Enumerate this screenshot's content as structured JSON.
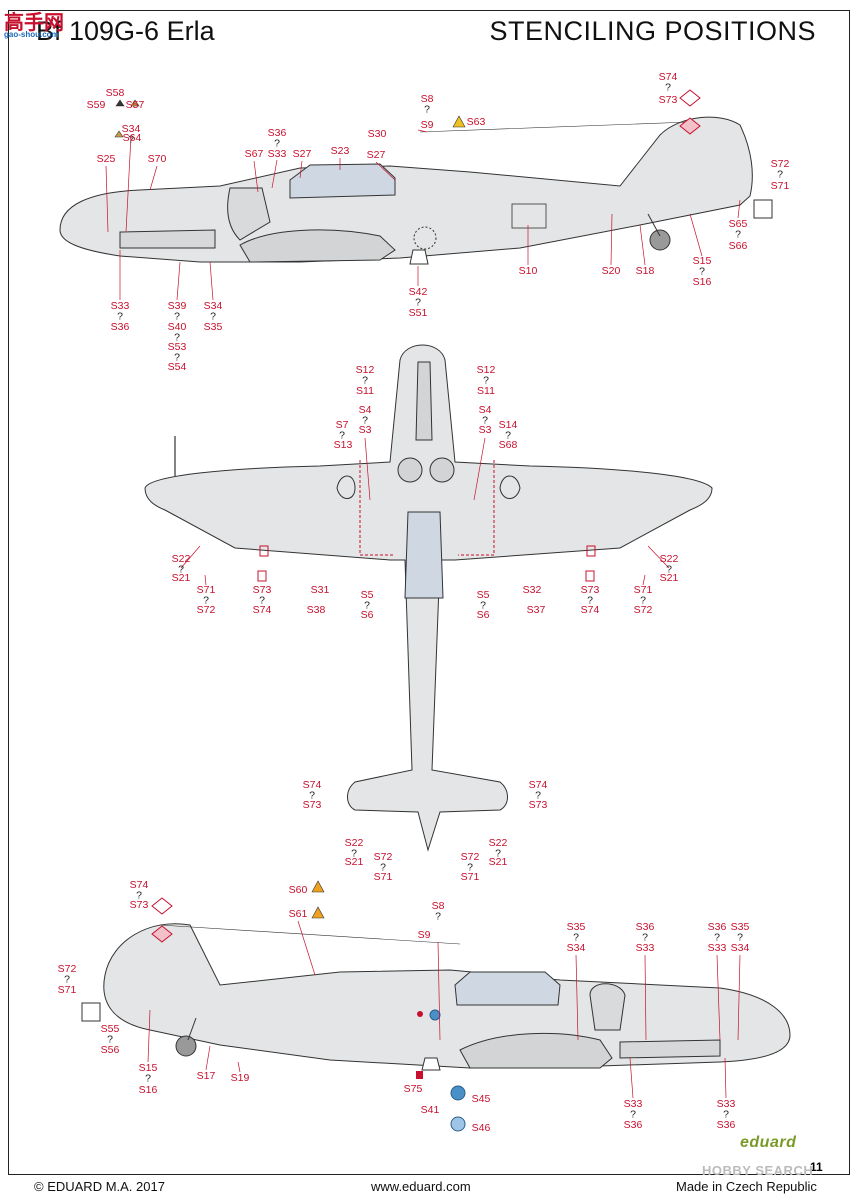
{
  "header": {
    "title_left": "Bf 109G-6 Erla",
    "title_right": "STENCILING POSITIONS"
  },
  "watermarks": {
    "top_left": "高手网",
    "top_left_sub": "gao-shou.com",
    "bottom_right": "HOBBY SEARCH"
  },
  "brand_logo": "eduard",
  "page_number": "11",
  "footer": {
    "copyright": "© EDUARD  M.A. 2017",
    "url": "www.eduard.com",
    "made_in": "Made in Czech Republic"
  },
  "colors": {
    "label_red": "#c8102e",
    "aircraft_fill": "#e3e5e6",
    "outline": "#333333"
  },
  "callouts": {
    "side_top": [
      {
        "label": "S58"
      },
      {
        "label": "S59"
      },
      {
        "label": "S57"
      },
      {
        "label": "S34"
      },
      {
        "label": "S64"
      },
      {
        "label": "S25"
      },
      {
        "label": "S70"
      },
      {
        "label": "S36"
      },
      {
        "label": "S67"
      },
      {
        "label": "S33"
      },
      {
        "label": "S27"
      },
      {
        "label": "S23"
      },
      {
        "label": "S30"
      },
      {
        "label": "S27"
      },
      {
        "label": "S8"
      },
      {
        "label": "S9"
      },
      {
        "label": "S63"
      },
      {
        "label": "S74"
      },
      {
        "label": "S73"
      },
      {
        "label": "S72"
      },
      {
        "label": "S71"
      },
      {
        "label": "S65"
      },
      {
        "label": "S66"
      },
      {
        "label": "S10"
      },
      {
        "label": "S20"
      },
      {
        "label": "S18"
      },
      {
        "label": "S15"
      },
      {
        "label": "S16"
      },
      {
        "label": "S42"
      },
      {
        "label": "S51"
      },
      {
        "label": "S33"
      },
      {
        "label": "S36"
      },
      {
        "label": "S39"
      },
      {
        "label": "S40"
      },
      {
        "label": "S53"
      },
      {
        "label": "S54"
      },
      {
        "label": "S34"
      },
      {
        "label": "S35"
      }
    ],
    "plan_view": [
      {
        "label": "S12"
      },
      {
        "label": "S11"
      },
      {
        "label": "S4"
      },
      {
        "label": "S7"
      },
      {
        "label": "S3"
      },
      {
        "label": "S13"
      },
      {
        "label": "S12"
      },
      {
        "label": "S11"
      },
      {
        "label": "S4"
      },
      {
        "label": "S14"
      },
      {
        "label": "S3"
      },
      {
        "label": "S68"
      },
      {
        "label": "S22"
      },
      {
        "label": "S21"
      },
      {
        "label": "S71"
      },
      {
        "label": "S72"
      },
      {
        "label": "S73"
      },
      {
        "label": "S74"
      },
      {
        "label": "S31"
      },
      {
        "label": "S38"
      },
      {
        "label": "S5"
      },
      {
        "label": "S6"
      },
      {
        "label": "S5"
      },
      {
        "label": "S6"
      },
      {
        "label": "S32"
      },
      {
        "label": "S37"
      },
      {
        "label": "S73"
      },
      {
        "label": "S74"
      },
      {
        "label": "S71"
      },
      {
        "label": "S72"
      },
      {
        "label": "S22"
      },
      {
        "label": "S21"
      },
      {
        "label": "S74"
      },
      {
        "label": "S73"
      },
      {
        "label": "S74"
      },
      {
        "label": "S73"
      },
      {
        "label": "S22"
      },
      {
        "label": "S21"
      },
      {
        "label": "S72"
      },
      {
        "label": "S71"
      },
      {
        "label": "S72"
      },
      {
        "label": "S71"
      },
      {
        "label": "S22"
      },
      {
        "label": "S21"
      }
    ],
    "side_bottom": [
      {
        "label": "S74"
      },
      {
        "label": "S73"
      },
      {
        "label": "S60"
      },
      {
        "label": "S61"
      },
      {
        "label": "S8"
      },
      {
        "label": "S9"
      },
      {
        "label": "S35"
      },
      {
        "label": "S34"
      },
      {
        "label": "S36"
      },
      {
        "label": "S33"
      },
      {
        "label": "S36"
      },
      {
        "label": "S33"
      },
      {
        "label": "S35"
      },
      {
        "label": "S34"
      },
      {
        "label": "S72"
      },
      {
        "label": "S71"
      },
      {
        "label": "S55"
      },
      {
        "label": "S56"
      },
      {
        "label": "S15"
      },
      {
        "label": "S16"
      },
      {
        "label": "S17"
      },
      {
        "label": "S19"
      },
      {
        "label": "S75"
      },
      {
        "label": "S41"
      },
      {
        "label": "S45"
      },
      {
        "label": "S46"
      },
      {
        "label": "S33"
      },
      {
        "label": "S36"
      },
      {
        "label": "S33"
      },
      {
        "label": "S36"
      }
    ]
  }
}
